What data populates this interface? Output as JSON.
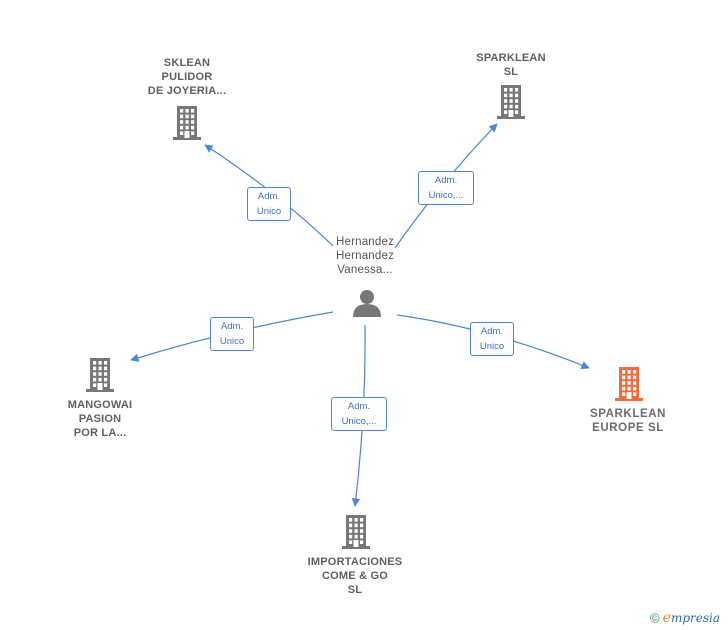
{
  "center": {
    "lines": [
      "Hernandez",
      "Hernandez",
      "Vanessa..."
    ],
    "icon": "person-icon"
  },
  "nodes": [
    {
      "id": "sklean",
      "lines": [
        "SKLEAN",
        "PULIDOR",
        "DE JOYERIA..."
      ],
      "icon": "building-icon",
      "color": "#777777"
    },
    {
      "id": "sparklean",
      "lines": [
        "SPARKLEAN",
        "SL"
      ],
      "icon": "building-icon",
      "color": "#777777"
    },
    {
      "id": "mangowai",
      "lines": [
        "MANGOWAI",
        "PASION",
        "POR LA..."
      ],
      "icon": "building-icon",
      "color": "#777777"
    },
    {
      "id": "sparklean-europe",
      "lines": [
        "SPARKLEAN",
        "EUROPE  SL"
      ],
      "icon": "building-icon",
      "color": "#f26a3d"
    },
    {
      "id": "importaciones",
      "lines": [
        "IMPORTACIONES",
        "COME & GO",
        "SL"
      ],
      "icon": "building-icon",
      "color": "#777777"
    }
  ],
  "edges": [
    {
      "to": "sklean",
      "label": [
        "Adm.",
        "Unico"
      ]
    },
    {
      "to": "sparklean",
      "label": [
        "Adm.",
        "Unico,..."
      ]
    },
    {
      "to": "mangowai",
      "label": [
        "Adm.",
        "Unico"
      ]
    },
    {
      "to": "sparklean-europe",
      "label": [
        "Adm.",
        "Unico"
      ]
    },
    {
      "to": "importaciones",
      "label": [
        "Adm.",
        "Unico,..."
      ]
    }
  ],
  "colors": {
    "edge": "#4a86d4",
    "node": "#777777",
    "highlight": "#f26a3d"
  },
  "footer": {
    "copyright": "©",
    "brand": "mpresia",
    "brand_initial": "e"
  }
}
